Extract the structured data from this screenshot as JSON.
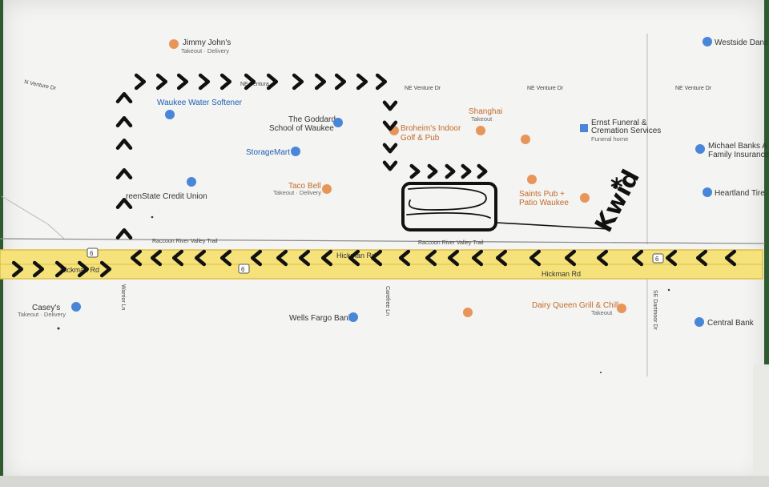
{
  "map": {
    "roads": {
      "hickman_rd": "Hickman Rd",
      "raccoon_trail": "Raccoon River Valley Trail",
      "ne_venture": "NE Venture Dr",
      "n_venture": "N Venture Dr",
      "ne_venture_short": "NE Ventura",
      "warrior_ln": "Warrior Ln",
      "carefree_ln": "Carefree Ln",
      "se_dartmoor": "SE Dartmoor Dr",
      "route_badge": "6"
    },
    "places": [
      {
        "id": "jimmy-johns",
        "name": "Jimmy John's",
        "sub": "Takeout · Delivery",
        "color": "orange"
      },
      {
        "id": "waukee-water-softener",
        "name": "Waukee Water Softener",
        "sub": "",
        "color": "blue"
      },
      {
        "id": "goddard-school",
        "name": "The Goddard School of Waukee",
        "line1": "The Goddard",
        "line2": "School of Waukee",
        "sub": "",
        "color": "blue"
      },
      {
        "id": "storagemart",
        "name": "StorageMart",
        "sub": "",
        "color": "blue"
      },
      {
        "id": "greenstate",
        "name": "reenState Credit Union",
        "sub": "",
        "color": "blue"
      },
      {
        "id": "taco-bell",
        "name": "Taco Bell",
        "sub": "Takeout · Delivery",
        "color": "orange"
      },
      {
        "id": "shanghai",
        "name": "Shanghai",
        "sub": "Takeout",
        "color": "orange"
      },
      {
        "id": "broheims",
        "name": "Broheim's Indoor Golf & Pub",
        "line1": "Broheim's Indoor",
        "line2": "Golf & Pub",
        "sub": "",
        "color": "orange"
      },
      {
        "id": "ernst-funeral",
        "name": "Ernst Funeral & Cremation Services",
        "line1": "Ernst Funeral &",
        "line2": "Cremation Services",
        "sub": "Funeral home",
        "color": "blue"
      },
      {
        "id": "saints-pub",
        "name": "Saints Pub + Patio Waukee",
        "line1": "Saints Pub +",
        "line2": "Patio Waukee",
        "sub": "",
        "color": "orange"
      },
      {
        "id": "westside-dance",
        "name": "Westside Danc",
        "sub": "",
        "color": "blue"
      },
      {
        "id": "michael-banks",
        "name": "Michael Banks A Family Insurance",
        "line1": "Michael Banks A",
        "line2": "Family Insurance",
        "sub": "",
        "color": "blue"
      },
      {
        "id": "heartland-tire",
        "name": "Heartland Tire",
        "sub": "",
        "color": "blue"
      },
      {
        "id": "caseys",
        "name": "Casey's",
        "sub": "Takeout · Delivery",
        "color": "blue"
      },
      {
        "id": "wells-fargo",
        "name": "Wells Fargo Bank",
        "sub": "",
        "color": "blue"
      },
      {
        "id": "dairy-queen",
        "name": "Dairy Queen Grill & Chill",
        "sub": "Takeout",
        "color": "orange"
      },
      {
        "id": "central-bank",
        "name": "Central Bank",
        "sub": "",
        "color": "blue"
      }
    ],
    "annotation": {
      "star": "*",
      "text": "Kwid"
    },
    "colors": {
      "highway_fill": "#f5e27a",
      "highway_stroke": "#d9c04a",
      "marker": "#111111",
      "paper": "#f4f4f2"
    }
  }
}
